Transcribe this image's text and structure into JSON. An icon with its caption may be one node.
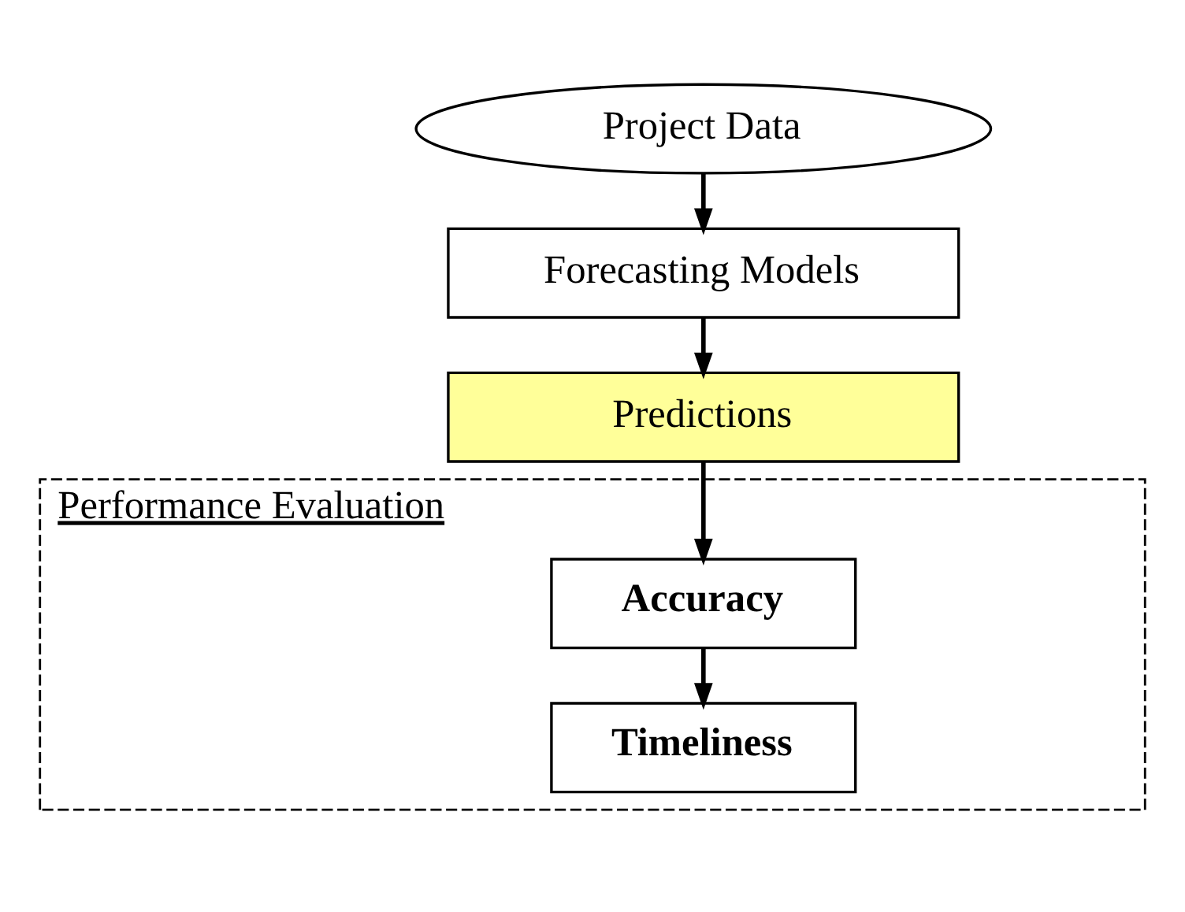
{
  "diagram": {
    "nodes": [
      {
        "text": [
          "Project Data"
        ]
      },
      {
        "text": [
          "Forecasting Models"
        ]
      },
      {
        "text": [
          "Predictions"
        ]
      },
      {
        "text": [
          "Performance Evaluation"
        ]
      },
      {
        "text": [
          "Accuracy"
        ],
        "in": 3
      },
      {
        "text": [
          "Timeliness"
        ],
        "in": 3
      }
    ],
    "edges": [
      {
        "from": 0,
        "to": 1,
        "arrow": "to"
      },
      {
        "from": 1,
        "to": 2,
        "arrow": "to"
      },
      {
        "from": 2,
        "to": 4,
        "arrow": "to"
      },
      {
        "from": 4,
        "to": 5,
        "arrow": "to"
      }
    ]
  }
}
